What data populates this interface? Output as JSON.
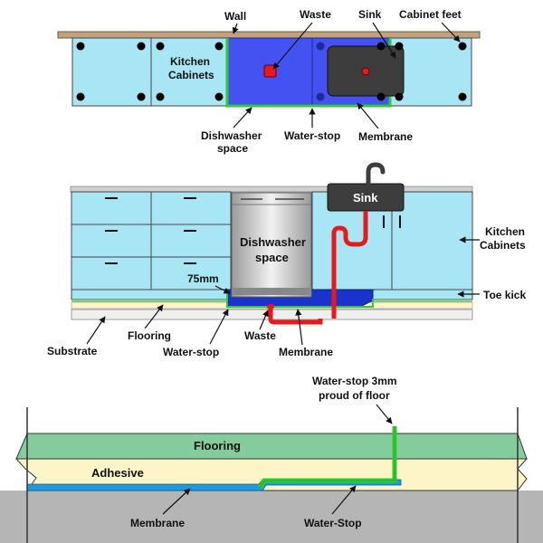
{
  "plan_view": {
    "wall": "Wall",
    "waste": "Waste",
    "sink": "Sink",
    "cabinet_feet": "Cabinet feet",
    "kitchen_cabinets_l1": "Kitchen",
    "kitchen_cabinets_l2": "Cabinets",
    "dishwasher_space_l1": "Dishwasher",
    "dishwasher_space_l2": "space",
    "water_stop": "Water-stop",
    "membrane": "Membrane"
  },
  "front_view": {
    "sink": "Sink",
    "dishwasher_space_l1": "Dishwasher",
    "dishwasher_space_l2": "space",
    "kitchen_cabinets_l1": "Kitchen",
    "kitchen_cabinets_l2": "Cabinets",
    "gap_75mm": "75mm",
    "toe_kick": "Toe kick",
    "flooring": "Flooring",
    "substrate": "Substrate",
    "water_stop": "Water-stop",
    "waste": "Waste",
    "membrane": "Membrane"
  },
  "section_view": {
    "water_stop_note_l1": "Water-stop 3mm",
    "water_stop_note_l2": "proud of floor",
    "flooring": "Flooring",
    "adhesive": "Adhesive",
    "membrane": "Membrane",
    "water_stop": "Water-Stop"
  },
  "colors": {
    "cabinet": "#a8e6f5",
    "dishwasher_space": "#4352f0",
    "sink": "#3d3d3d",
    "waste": "#e81919",
    "water_stop": "#2ecc2e",
    "membrane": "#1a33cc",
    "flooring": "#84cc9c",
    "adhesive": "#fdf4c8",
    "section_membrane": "#1d9ae0",
    "substrate": "#b5b5b5",
    "benchtop": "#c2a27c"
  }
}
